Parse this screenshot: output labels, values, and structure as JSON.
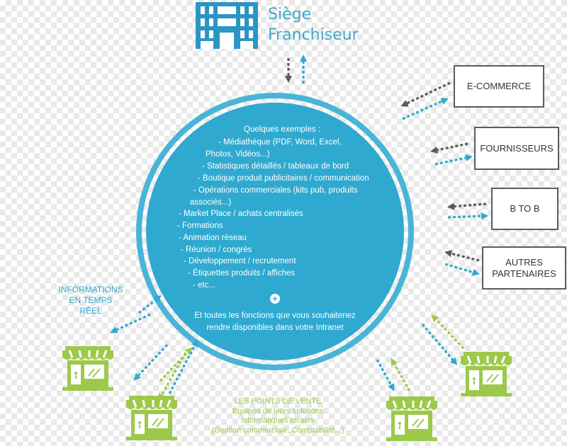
{
  "header": {
    "hq_line1": "Siège",
    "hq_line2": "Franchiseur",
    "hq_icon": "building-icon"
  },
  "partners": [
    {
      "label": "E-COMMERCE"
    },
    {
      "label": "FOURNISSEURS"
    },
    {
      "label": "B TO B"
    },
    {
      "label": "AUTRES PARTENAIRES"
    }
  ],
  "circle": {
    "lines": [
      "Quelques exemples :",
      "- Médiathèque (PDF, Word, Excel,",
      "Photos, Vidéos...)",
      "- Statistiques détaillés / tableaux de bord",
      "- Boutique produit publicitaires / communication",
      "- Opérations commerciales (kits pub, produits",
      "associés...)",
      "- Market Place / achats centralisés",
      "- Formations",
      "- Animation réseau",
      "- Réunion / congrès",
      "- Développement / recrutement",
      "- Étiquettes produits / affiches",
      "- etc..."
    ],
    "plus": "+",
    "closing": "Et toutes les fonctions que vous souhaiteriez rendre disponibles dans votre Intranet"
  },
  "info_realtime": {
    "line1": "INFORMATIONS",
    "line2": "EN TEMPS",
    "line3": "RÉEL"
  },
  "points_of_sale": {
    "title": "LES POINTS DE VENTE",
    "line1": "Équipés de leurs solutions",
    "line2": "informatiques locales",
    "line3": "(Gestion commerciale, Comptabilité...)",
    "store_icon": "store-icon"
  },
  "colors": {
    "blue": "#2fa9cf",
    "blue_ring": "#49b5d6",
    "green": "#9dc94a",
    "gray": "#5b5b5b"
  }
}
